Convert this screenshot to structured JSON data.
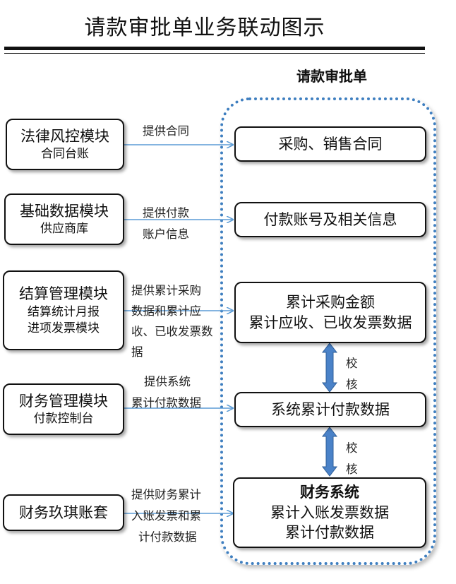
{
  "title": "请款审批单业务联动图示",
  "group_label": "请款审批单",
  "modules": [
    {
      "title": "法律风控模块",
      "sub": [
        "合同台账"
      ]
    },
    {
      "title": "基础数据模块",
      "sub": [
        "供应商库"
      ]
    },
    {
      "title": "结算管理模块",
      "sub": [
        "结算统计月报",
        "进项发票模块"
      ]
    },
    {
      "title": "财务管理模块",
      "sub": [
        "付款控制台"
      ]
    },
    {
      "title": "财务玖琪账套",
      "sub": []
    }
  ],
  "arrow_labels": [
    [
      "提供合同"
    ],
    [
      "提供付款",
      "账户信息"
    ],
    [
      "提供累计采购",
      "数据和累计应",
      "收、已收发票数",
      "据"
    ],
    [
      "提供系统",
      "累计付款数据"
    ],
    [
      "提供财务累计",
      "入账发票和累",
      "计付款数据"
    ]
  ],
  "right_boxes": [
    {
      "lines": [
        "采购、销售合同"
      ]
    },
    {
      "lines": [
        "付款账号及相关信息"
      ]
    },
    {
      "lines": [
        "累计采购金额",
        "累计应收、已收发票数据"
      ]
    },
    {
      "lines": [
        "系统累计付款数据"
      ]
    },
    {
      "title": "财务系统",
      "lines": [
        "累计入账发票数据",
        "累计付款数据"
      ]
    }
  ],
  "check_labels": [
    [
      "校",
      "核"
    ],
    [
      "校",
      "核"
    ]
  ],
  "colors": {
    "arrow": "#5b9bd5",
    "double_arrow": "#4a82c8",
    "dotted_border": "#3f7fc0"
  }
}
